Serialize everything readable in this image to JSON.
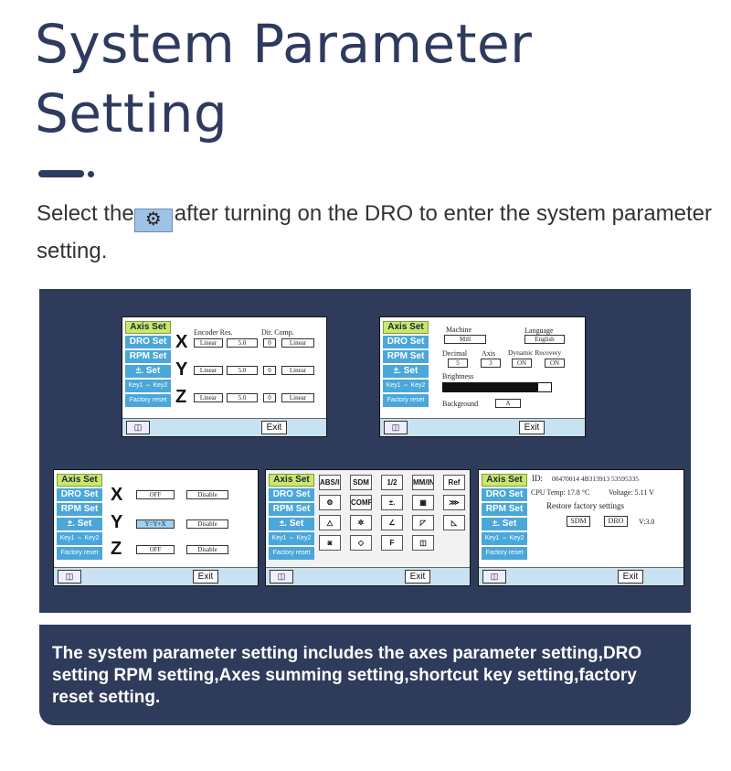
{
  "heading": {
    "line1": "System  Parameter",
    "line2": "Setting"
  },
  "intro": {
    "before": "Select the",
    "after": "after turning on the DRO to enter the system parameter setting.",
    "gear_glyph": "⚙"
  },
  "caption": "The system parameter setting includes the axes parameter setting,DRO setting RPM setting,Axes summing setting,shortcut key setting,factory reset setting.",
  "sidebar": [
    "Axis Set",
    "DRO Set",
    "RPM Set",
    "±. Set",
    "Key1 ⇔ Key2",
    "Factory reset"
  ],
  "exit_label": "Exit",
  "book_icon": "◫",
  "axes": [
    "X",
    "Y",
    "Z"
  ],
  "screen1": {
    "header_enc": "Encoder Res.",
    "header_dir": "Dir. Comp.",
    "rows": [
      {
        "type": "Linear",
        "res": "5.0",
        "dir": "0",
        "comp": "Linear"
      },
      {
        "type": "Linear",
        "res": "5.0",
        "dir": "0",
        "comp": "Linear"
      },
      {
        "type": "Linear",
        "res": "5.0",
        "dir": "0",
        "comp": "Linear"
      }
    ]
  },
  "screen2": {
    "machine_label": "Machine",
    "machine_value": "Mill",
    "language_label": "Language",
    "language_value": "English",
    "decimal_label": "Decimal",
    "decimal_value": "5",
    "axis_label": "Axis",
    "axis_value": "3",
    "dynamic_label": "Dynamic Recovery",
    "dyn_on1": "ON",
    "dyn_on2": "ON",
    "brightness_label": "Brightness",
    "brightness_level": 0.88,
    "background_label": "Background",
    "background_value": "A"
  },
  "screen3": {
    "rows": [
      {
        "sum": "OFF",
        "state": "Disable"
      },
      {
        "sum": "Y=Y+X",
        "state": "Disable"
      },
      {
        "sum": "OFF",
        "state": "Disable"
      }
    ]
  },
  "screen4": {
    "keys": [
      "ABS/INC",
      "SDM",
      "1/2",
      "MM/INCH",
      "Ref",
      "⚙",
      "COMP.",
      "±.",
      "▦",
      "⋙",
      "△",
      "✲",
      "∠",
      "◸",
      "◺",
      "◙",
      "◇",
      "F",
      "◫"
    ]
  },
  "screen5": {
    "id_label": "ID:",
    "id_value": "00470014 4B313913 53595335",
    "cpu_label": "CPU Temp: 17.8 °C",
    "voltage_label": "Voltage: 5.11 V",
    "restore_label": "Restore factory settings",
    "sdm": "SDM",
    "dro": "DRO",
    "version": "V:3.0"
  }
}
